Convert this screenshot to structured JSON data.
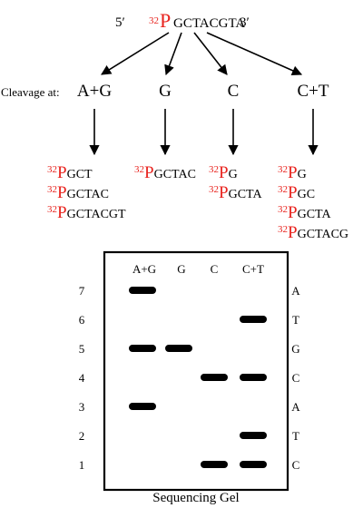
{
  "colors": {
    "label_red": "#e8231e",
    "ink": "#000000"
  },
  "source": {
    "prime5": "5′",
    "isotope": "32",
    "p": "P",
    "seq": "GCTACGTA",
    "prime3": "3′"
  },
  "cleavage_label": "Cleavage at:",
  "columns": [
    {
      "id": "ag",
      "label": "A+G",
      "fragments": [
        "GCT",
        "GCTAC",
        "GCTACGT"
      ]
    },
    {
      "id": "g",
      "label": "G",
      "fragments": [
        "GCTAC"
      ]
    },
    {
      "id": "c",
      "label": "C",
      "fragments": [
        "G",
        "GCTA"
      ]
    },
    {
      "id": "ct",
      "label": "C+T",
      "fragments": [
        "G",
        "GC",
        "GCTA",
        "GCTACG"
      ]
    }
  ],
  "gel": {
    "title": "Sequencing Gel",
    "lanes": [
      "A+G",
      "G",
      "C",
      "C+T"
    ],
    "rows": [
      {
        "num": "7",
        "base": "A",
        "bands": [
          "A+G"
        ]
      },
      {
        "num": "6",
        "base": "T",
        "bands": [
          "C+T"
        ]
      },
      {
        "num": "5",
        "base": "G",
        "bands": [
          "A+G",
          "G"
        ]
      },
      {
        "num": "4",
        "base": "C",
        "bands": [
          "C",
          "C+T"
        ]
      },
      {
        "num": "3",
        "base": "A",
        "bands": [
          "A+G"
        ]
      },
      {
        "num": "2",
        "base": "T",
        "bands": [
          "C+T"
        ]
      },
      {
        "num": "1",
        "base": "C",
        "bands": [
          "C",
          "C+T"
        ]
      }
    ]
  }
}
